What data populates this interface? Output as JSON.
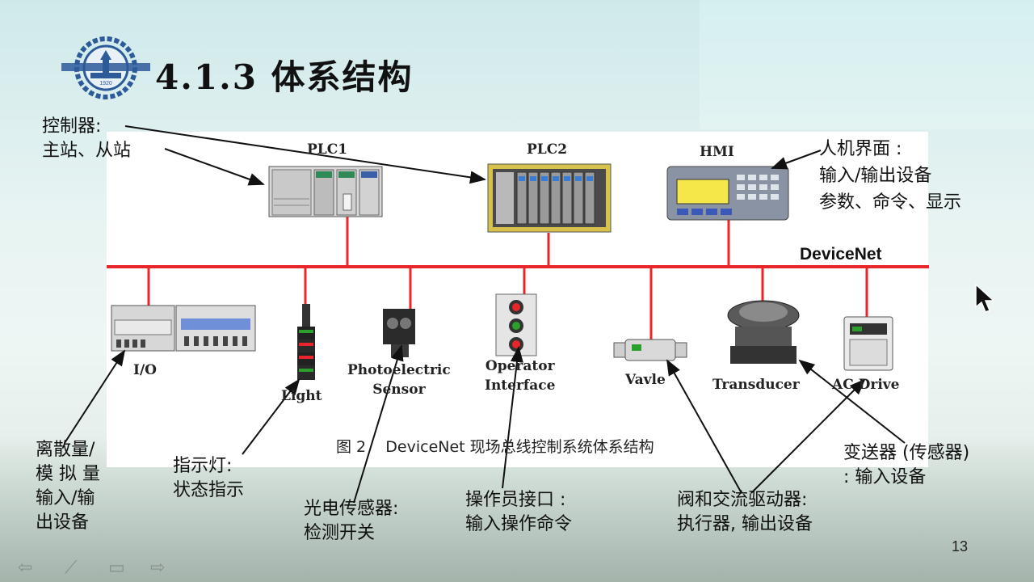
{
  "slide": {
    "title": "4.1.3 体系结构",
    "page_number": "13",
    "caption": "图 2    DeviceNet 现场总线控制系统体系结构",
    "logo_year": "1920"
  },
  "bus": {
    "label": "DeviceNet",
    "color": "#e8262a"
  },
  "devices": {
    "plc1": "PLC1",
    "plc2": "PLC2",
    "hmi": "HMI",
    "io": "I/O",
    "light": "Light",
    "photo": "Photoelectric\nSensor",
    "operator": "Operator\nInterface",
    "valve": "Vavle",
    "transducer": "Transducer",
    "acdrive": "AC Drive"
  },
  "annotations": {
    "controller": "控制器:\n主站、从站",
    "hmi": "人机界面 :\n输入/输出设备\n参数、命令、显示",
    "io": "离散量/\n模 拟 量\n输入/输\n出设备",
    "light": "指示灯:\n状态指示",
    "photo": "光电传感器:\n检测开关",
    "operator": "操作员接口 :\n输入操作命令",
    "actuator": "阀和交流驱动器:\n执行器, 输出设备",
    "transmitter": "变送器 (传感器)\n: 输入设备"
  },
  "nav_icons": [
    "arrow-left-icon",
    "edit-icon",
    "square-icon",
    "arrow-right-icon"
  ]
}
